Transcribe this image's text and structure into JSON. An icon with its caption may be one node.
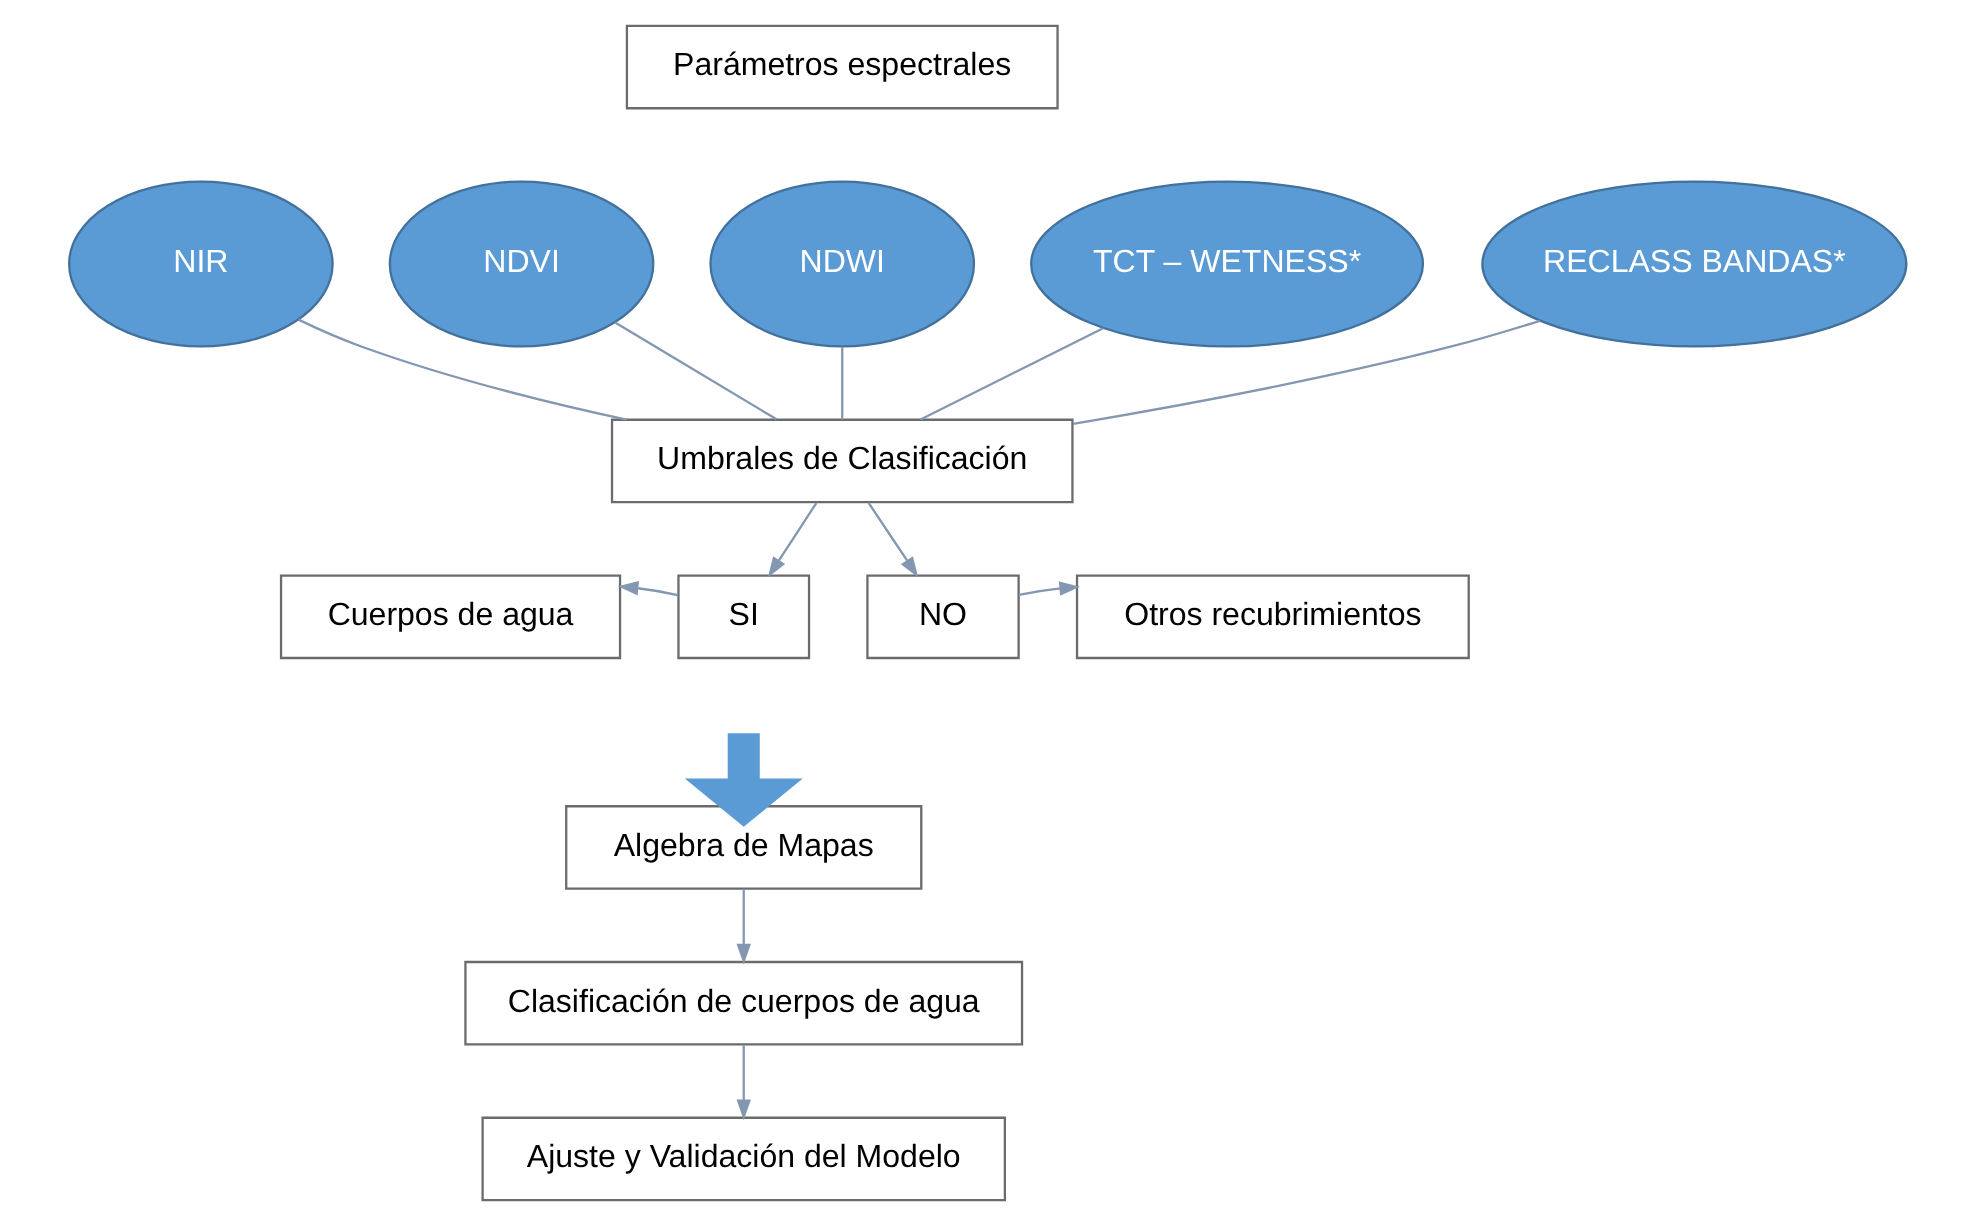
{
  "diagram": {
    "nodes": [
      {
        "text": [
          "Parámetros espectrales"
        ]
      },
      {
        "text": [
          "NIR"
        ]
      },
      {
        "text": [
          "NDVI"
        ]
      },
      {
        "text": [
          "NDWI"
        ]
      },
      {
        "text": [
          "TCT – WETNESS*"
        ]
      },
      {
        "text": [
          "RECLASS BANDAS*"
        ]
      },
      {
        "text": [
          "Umbrales de Clasificación"
        ]
      },
      {
        "text": [
          "SI"
        ]
      },
      {
        "text": [
          "NO"
        ]
      },
      {
        "text": [
          "Cuerpos de agua"
        ]
      },
      {
        "text": [
          "Otros recubrimientos"
        ]
      },
      {
        "text": [
          "Algebra de Mapas"
        ]
      },
      {
        "text": [
          "Clasificación de cuerpos de agua"
        ]
      },
      {
        "text": [
          "Ajuste y Validación del Modelo"
        ]
      }
    ],
    "edges": [
      {
        "from": 1,
        "to": 6,
        "arrow": "none"
      },
      {
        "from": 2,
        "to": 6,
        "arrow": "none"
      },
      {
        "from": 3,
        "to": 6,
        "arrow": "none"
      },
      {
        "from": 4,
        "to": 6,
        "arrow": "none"
      },
      {
        "from": 5,
        "to": 6,
        "arrow": "none"
      },
      {
        "from": 6,
        "to": 7,
        "arrow": "to"
      },
      {
        "from": 6,
        "to": 8,
        "arrow": "to"
      },
      {
        "from": 7,
        "to": 9,
        "arrow": "to"
      },
      {
        "from": 8,
        "to": 10,
        "arrow": "to"
      },
      {
        "from": null,
        "to": 11,
        "arrow": "to",
        "style": "thick",
        "color": "#5b9bd5"
      },
      {
        "from": 11,
        "to": 12,
        "arrow": "to"
      },
      {
        "from": 12,
        "to": 13,
        "arrow": "to"
      }
    ]
  }
}
